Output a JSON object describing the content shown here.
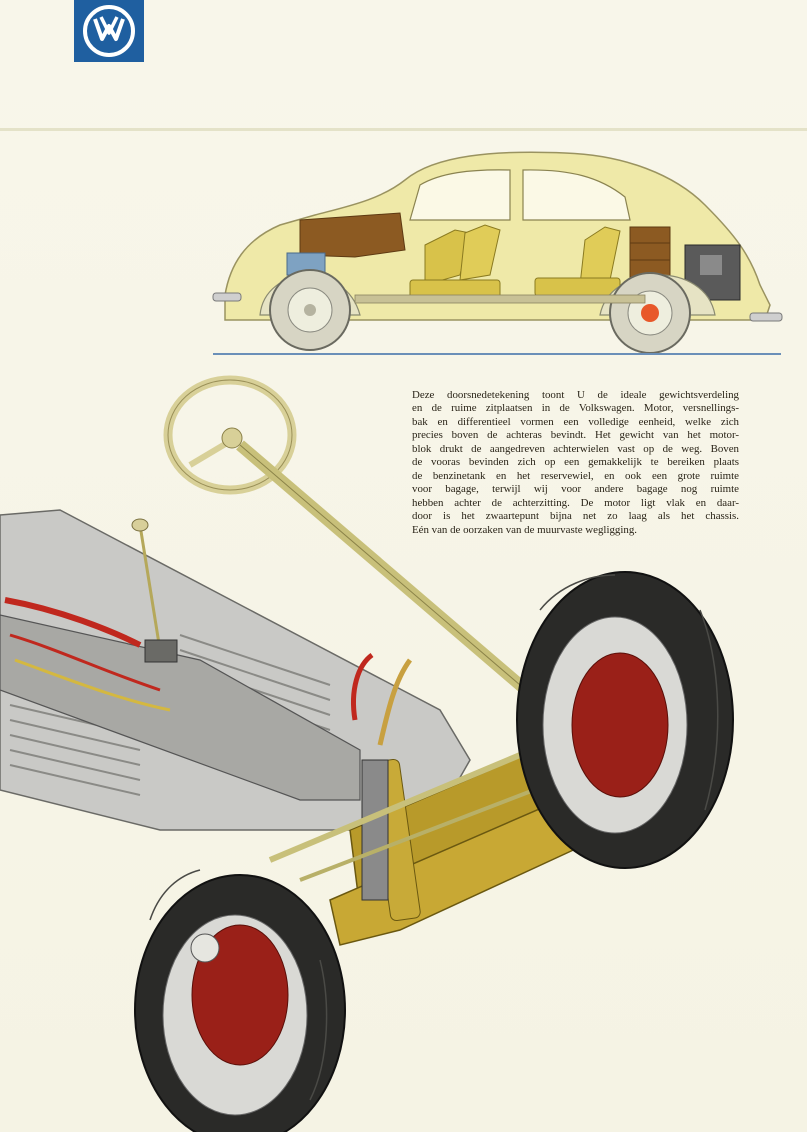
{
  "brand": {
    "logo_icon": "vw-logo-icon",
    "logo_color": "#1f5fa0"
  },
  "caption": {
    "lines": [
      "Deze doorsnedetekening toont U de ideale gewichtsverdeling",
      "en de ruime zitplaatsen in de Volkswagen. Motor, versnellings-",
      "bak en differentieel vormen een volledige eenheid, welke zich",
      "precies boven de achteras bevindt. Het gewicht van het motor-",
      "blok drukt de aangedreven achterwielen vast op de weg. Boven",
      "de vooras bevinden zich op een gemakkelijk te bereiken plaats",
      "de benzinetank en het reservewiel, en ook een grote ruimte",
      "voor bagage, terwijl wij voor andere bagage nog ruimte",
      "hebben achter de achterzitting. De motor ligt vlak en daar-",
      "door is het zwaartepunt bijna net zo laag als het chassis.",
      "Eén van de oorzaken van de muurvaste wegligging."
    ]
  },
  "illustrations": {
    "cutaway": "beetle-cutaway-illustration",
    "chassis": "front-axle-chassis-illustration"
  }
}
